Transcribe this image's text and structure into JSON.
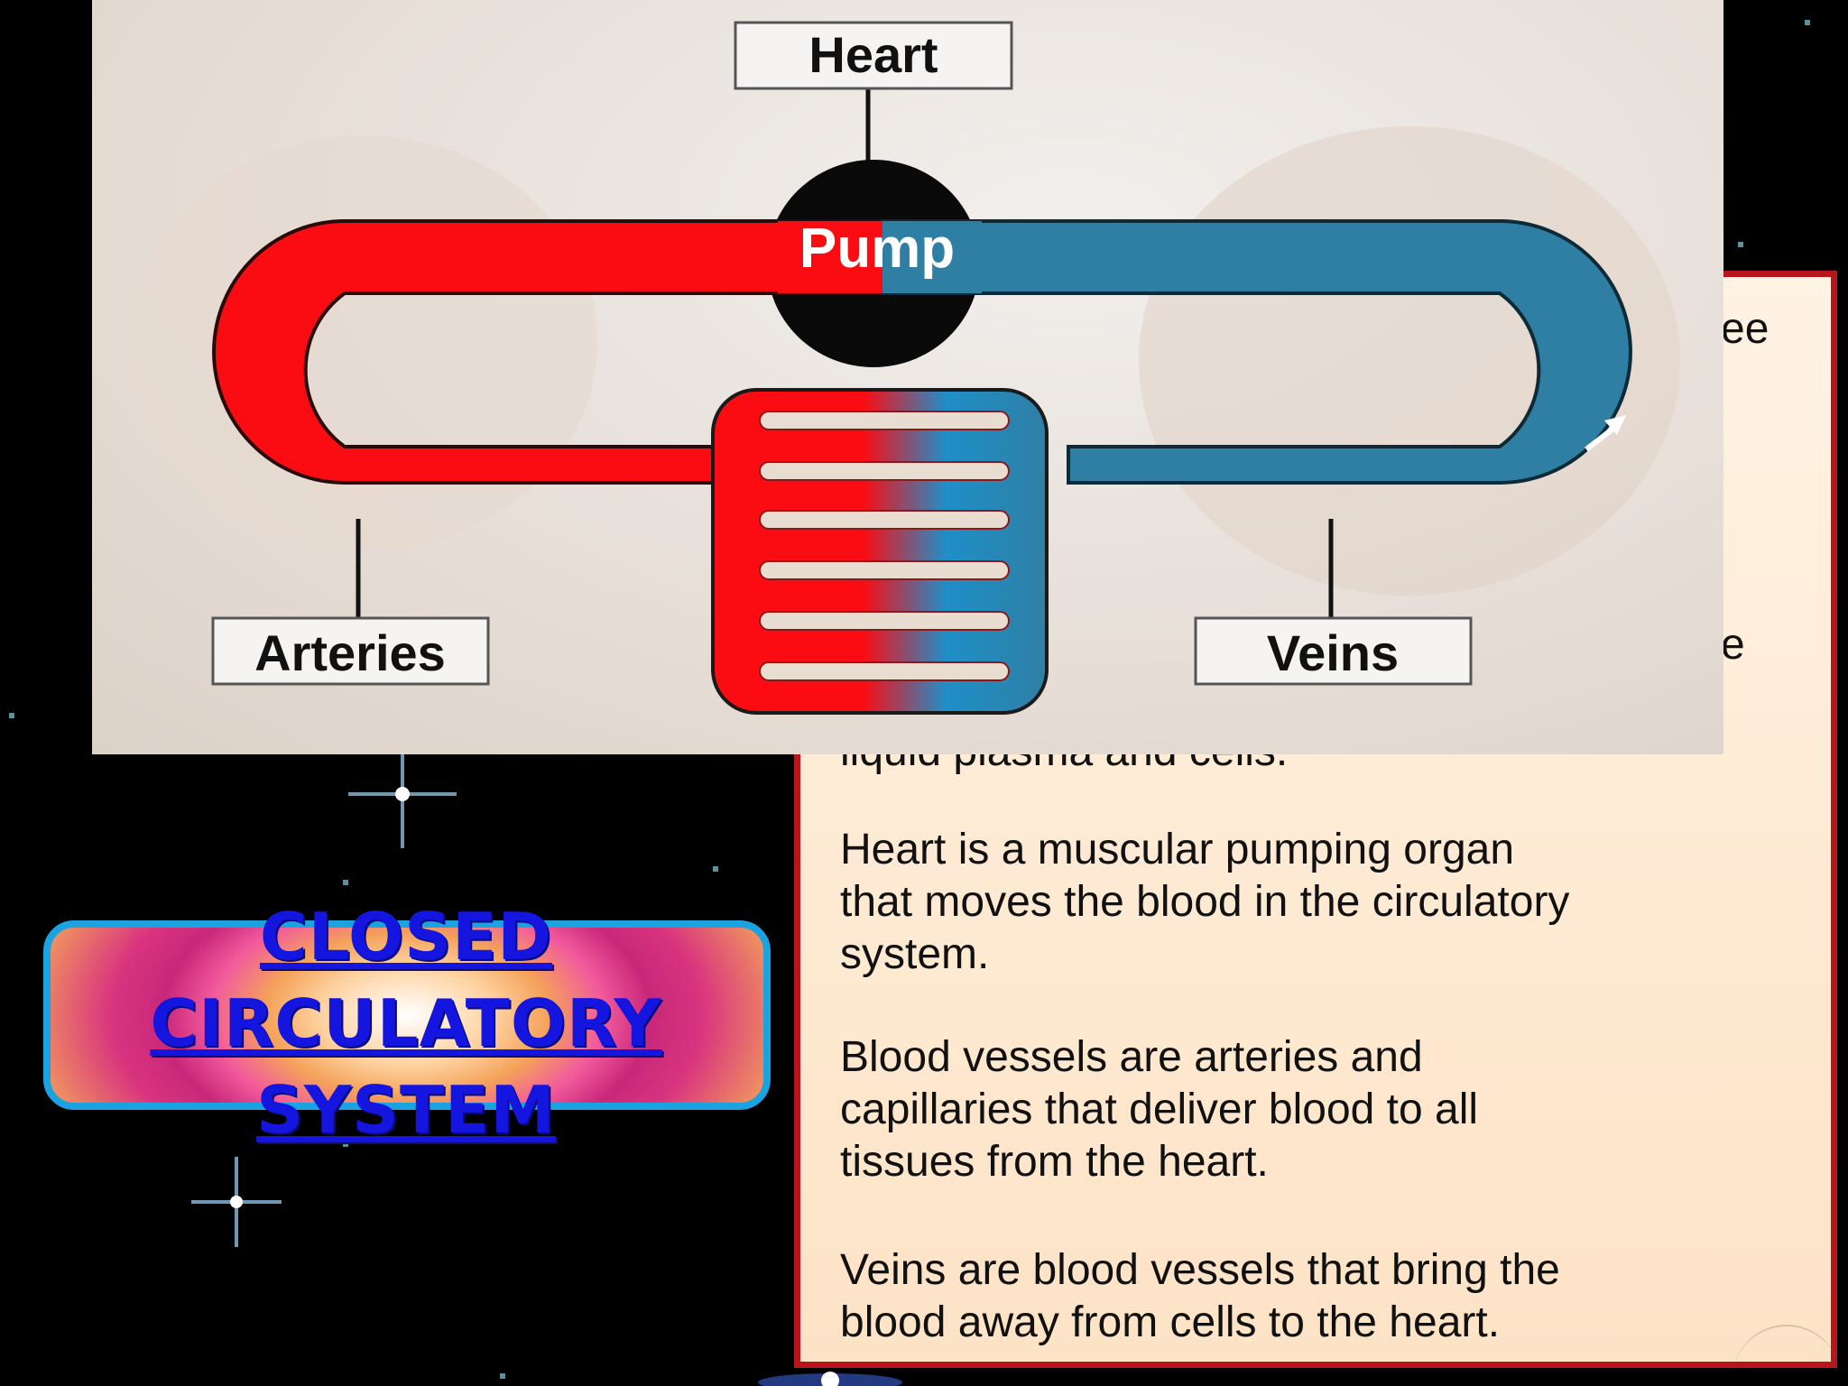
{
  "diagram": {
    "labels": {
      "heart": "Heart",
      "pump": "Pump",
      "arteries": "Arteries",
      "veins": "Veins"
    },
    "colors": {
      "oxygenated": "#fa0c12",
      "deoxygenated": "#2f7fa4"
    }
  },
  "text_panel": {
    "visible_fragments": [
      "ee",
      "e",
      "liquid plasma and cells."
    ],
    "paragraphs": [
      "Heart is a muscular pumping organ\nthat moves the blood in the circulatory\nsystem.",
      "Blood vessels are arteries and\ncapillaries that deliver blood to all\ntissues from the heart.",
      "Veins are blood vessels that bring the\nblood away from cells to the heart."
    ]
  },
  "title_badge": {
    "text": "CLOSED\nCIRCULATORY\nSYSTEM"
  }
}
